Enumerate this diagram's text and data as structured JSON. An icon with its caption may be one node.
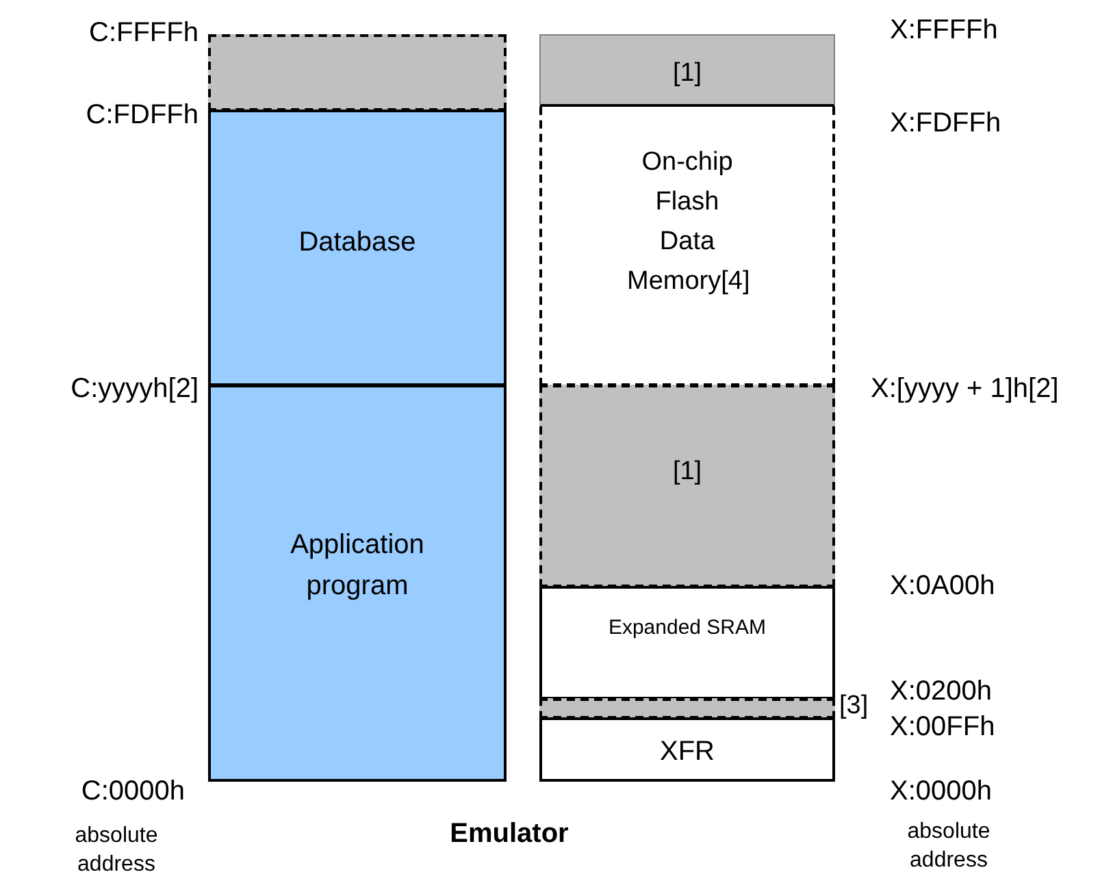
{
  "diagram": {
    "caption": "Emulator",
    "nodes": [
      {
        "text": [],
        "shape": "box"
      },
      {
        "text": [
          "Database"
        ]
      },
      {
        "text": [
          "Application program"
        ]
      },
      {
        "text": [
          "[1]"
        ]
      },
      {
        "text": [
          "On-chip Flash Data Memory[4]"
        ]
      },
      {
        "text": [
          "[1]"
        ]
      },
      {
        "text": [
          "Expanded SRAM"
        ]
      },
      {
        "text": [],
        "shape": "box",
        "beside": [
          "[3]"
        ]
      },
      {
        "text": [
          "XFR"
        ]
      }
    ],
    "labels": [
      "C:FFFFh",
      "X:FFFFh",
      "C:FDFFh",
      "X:FDFFh",
      "C:yyyyh[2]",
      "X:[yyyy + 1]h[2]",
      "X:0A00h",
      "X:0200h",
      "X:00FFh",
      "C:0000h",
      "X:0000h",
      "absolute address",
      "absolute address"
    ]
  }
}
